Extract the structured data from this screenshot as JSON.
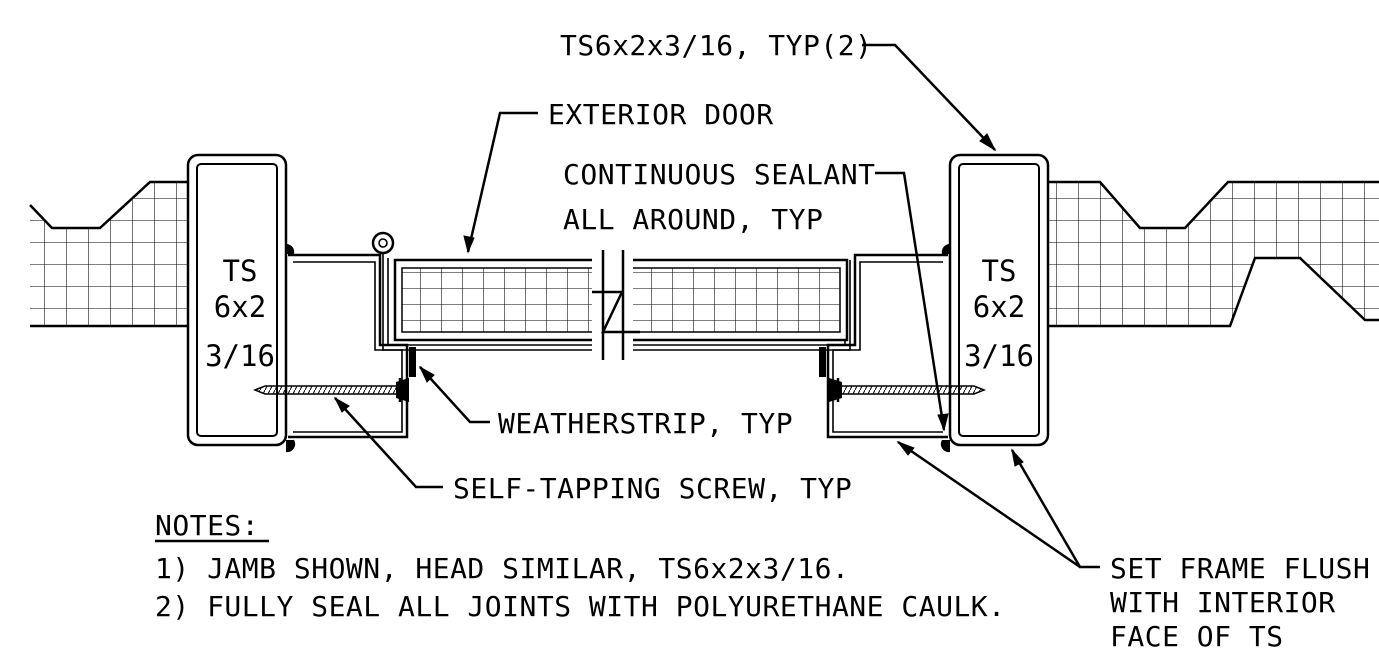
{
  "tube_label": {
    "line1": "TS",
    "line2": "6x2",
    "line3": "3/16"
  },
  "callouts": {
    "ts_typ": "TS6x2x3/16, TYP(2)",
    "exterior_door": "EXTERIOR DOOR",
    "sealant_line1": "CONTINUOUS SEALANT",
    "sealant_line2": "ALL AROUND, TYP",
    "weatherstrip": "WEATHERSTRIP, TYP",
    "screw": "SELF-TAPPING SCREW, TYP",
    "frame_line1": "SET FRAME FLUSH",
    "frame_line2": "WITH INTERIOR",
    "frame_line3": "FACE OF TS"
  },
  "notes": {
    "title": "NOTES:",
    "items": [
      "1) JAMB SHOWN, HEAD SIMILAR, TS6x2x3/16.",
      "2) FULLY SEAL ALL JOINTS WITH POLYURETHANE CAULK."
    ]
  }
}
